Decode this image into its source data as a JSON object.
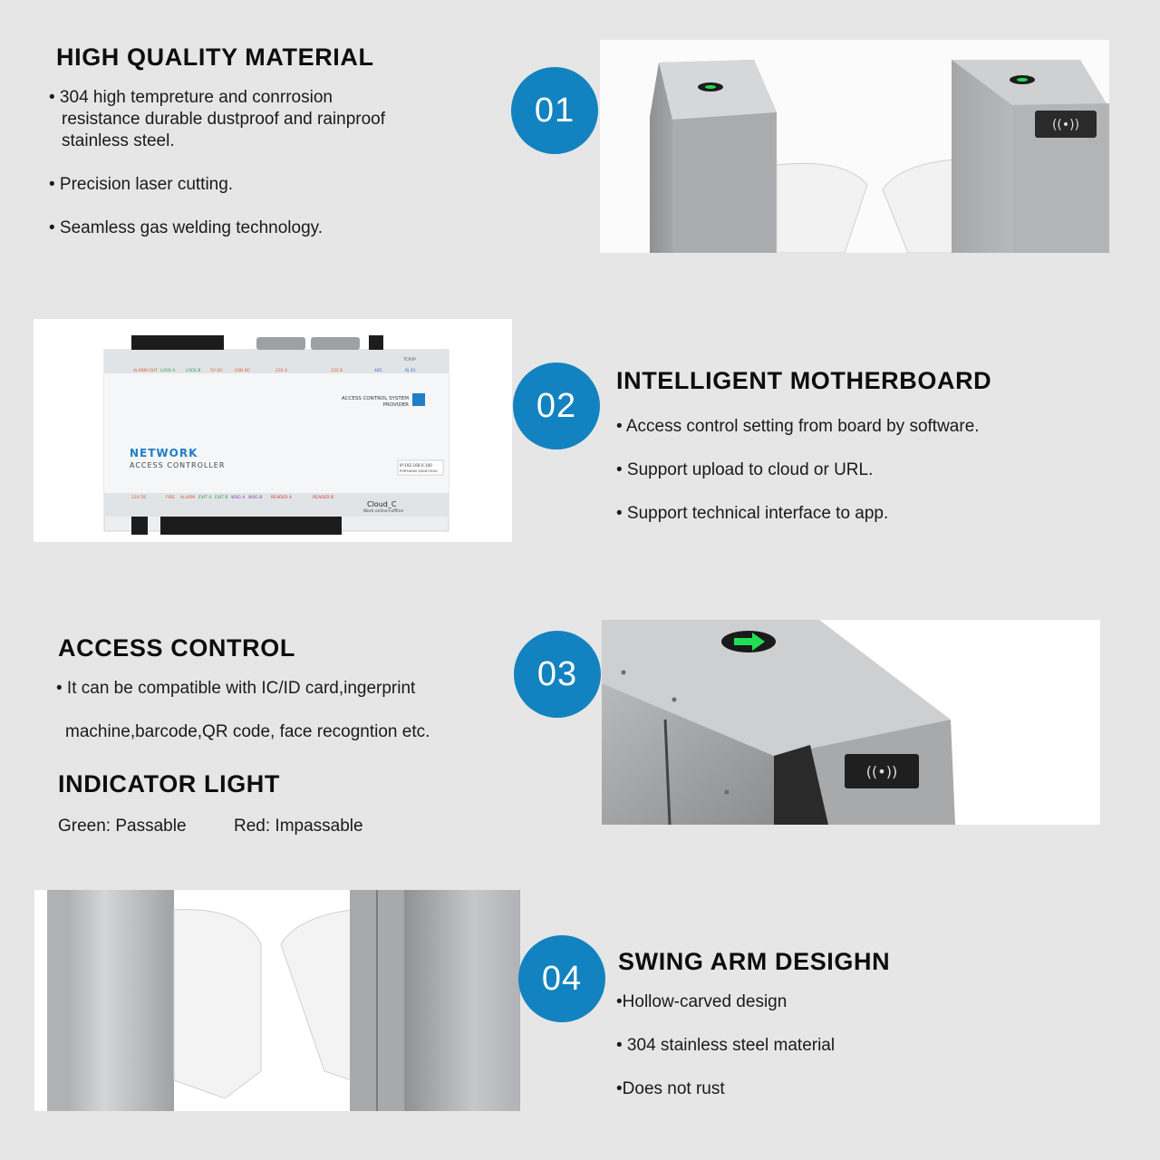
{
  "sections": [
    {
      "number": "01",
      "title": "HIGH QUALITY MATERIAL",
      "lines": [
        "• 304 high tempreture and conrrosion",
        "resistance durable dustproof and rainproof",
        "stainless steel.",
        "• Precision laser cutting.",
        "• Seamless gas welding technology."
      ]
    },
    {
      "number": "02",
      "title": "INTELLIGENT MOTHERBOARD",
      "lines": [
        "• Access control setting from board by software.",
        "• Support upload to cloud or URL.",
        "• Support technical interface to app."
      ]
    },
    {
      "number": "03",
      "title": "ACCESS CONTROL",
      "lines": [
        "• It can be compatible with IC/ID card,ingerprint",
        "machine,barcode,QR code, face recogntion etc."
      ],
      "sub_title": "INDICATOR LIGHT",
      "indicator_green": "Green: Passable",
      "indicator_red": "Red: Impassable"
    },
    {
      "number": "04",
      "title": "SWING ARM DESIGHN",
      "lines": [
        "•Hollow-carved design",
        "• 304 stainless steel material",
        "•Does not rust"
      ]
    }
  ],
  "board": {
    "network": "NETWORK",
    "controller": "ACCESS CONTROLLER",
    "provider_1": "ACCESS CONTROL SYSTEM",
    "provider_2": "PROVIDER",
    "cloud": "Cloud_C",
    "cloud_sub": "Work online+offline",
    "ip": "IP:192.168.0.100",
    "port": "PORT:8000 S/N:673100",
    "top_labels": [
      "ALARM OUT",
      "LOCK A",
      "LOCK B",
      "5V DC",
      "USB DC",
      "232 A",
      "232 B",
      "485",
      "RJ 45"
    ],
    "bottom_labels": [
      "12V DC",
      "FIRE",
      "ALARM",
      "EXIT A",
      "EXIT B",
      "WSG A",
      "WSG B",
      "READER A",
      "READER B"
    ],
    "tcp": "TCP/IP"
  },
  "colors": {
    "background": "#e6e6e6",
    "accent_blue": "#1283c0",
    "indicator_green": "#22dd55"
  }
}
